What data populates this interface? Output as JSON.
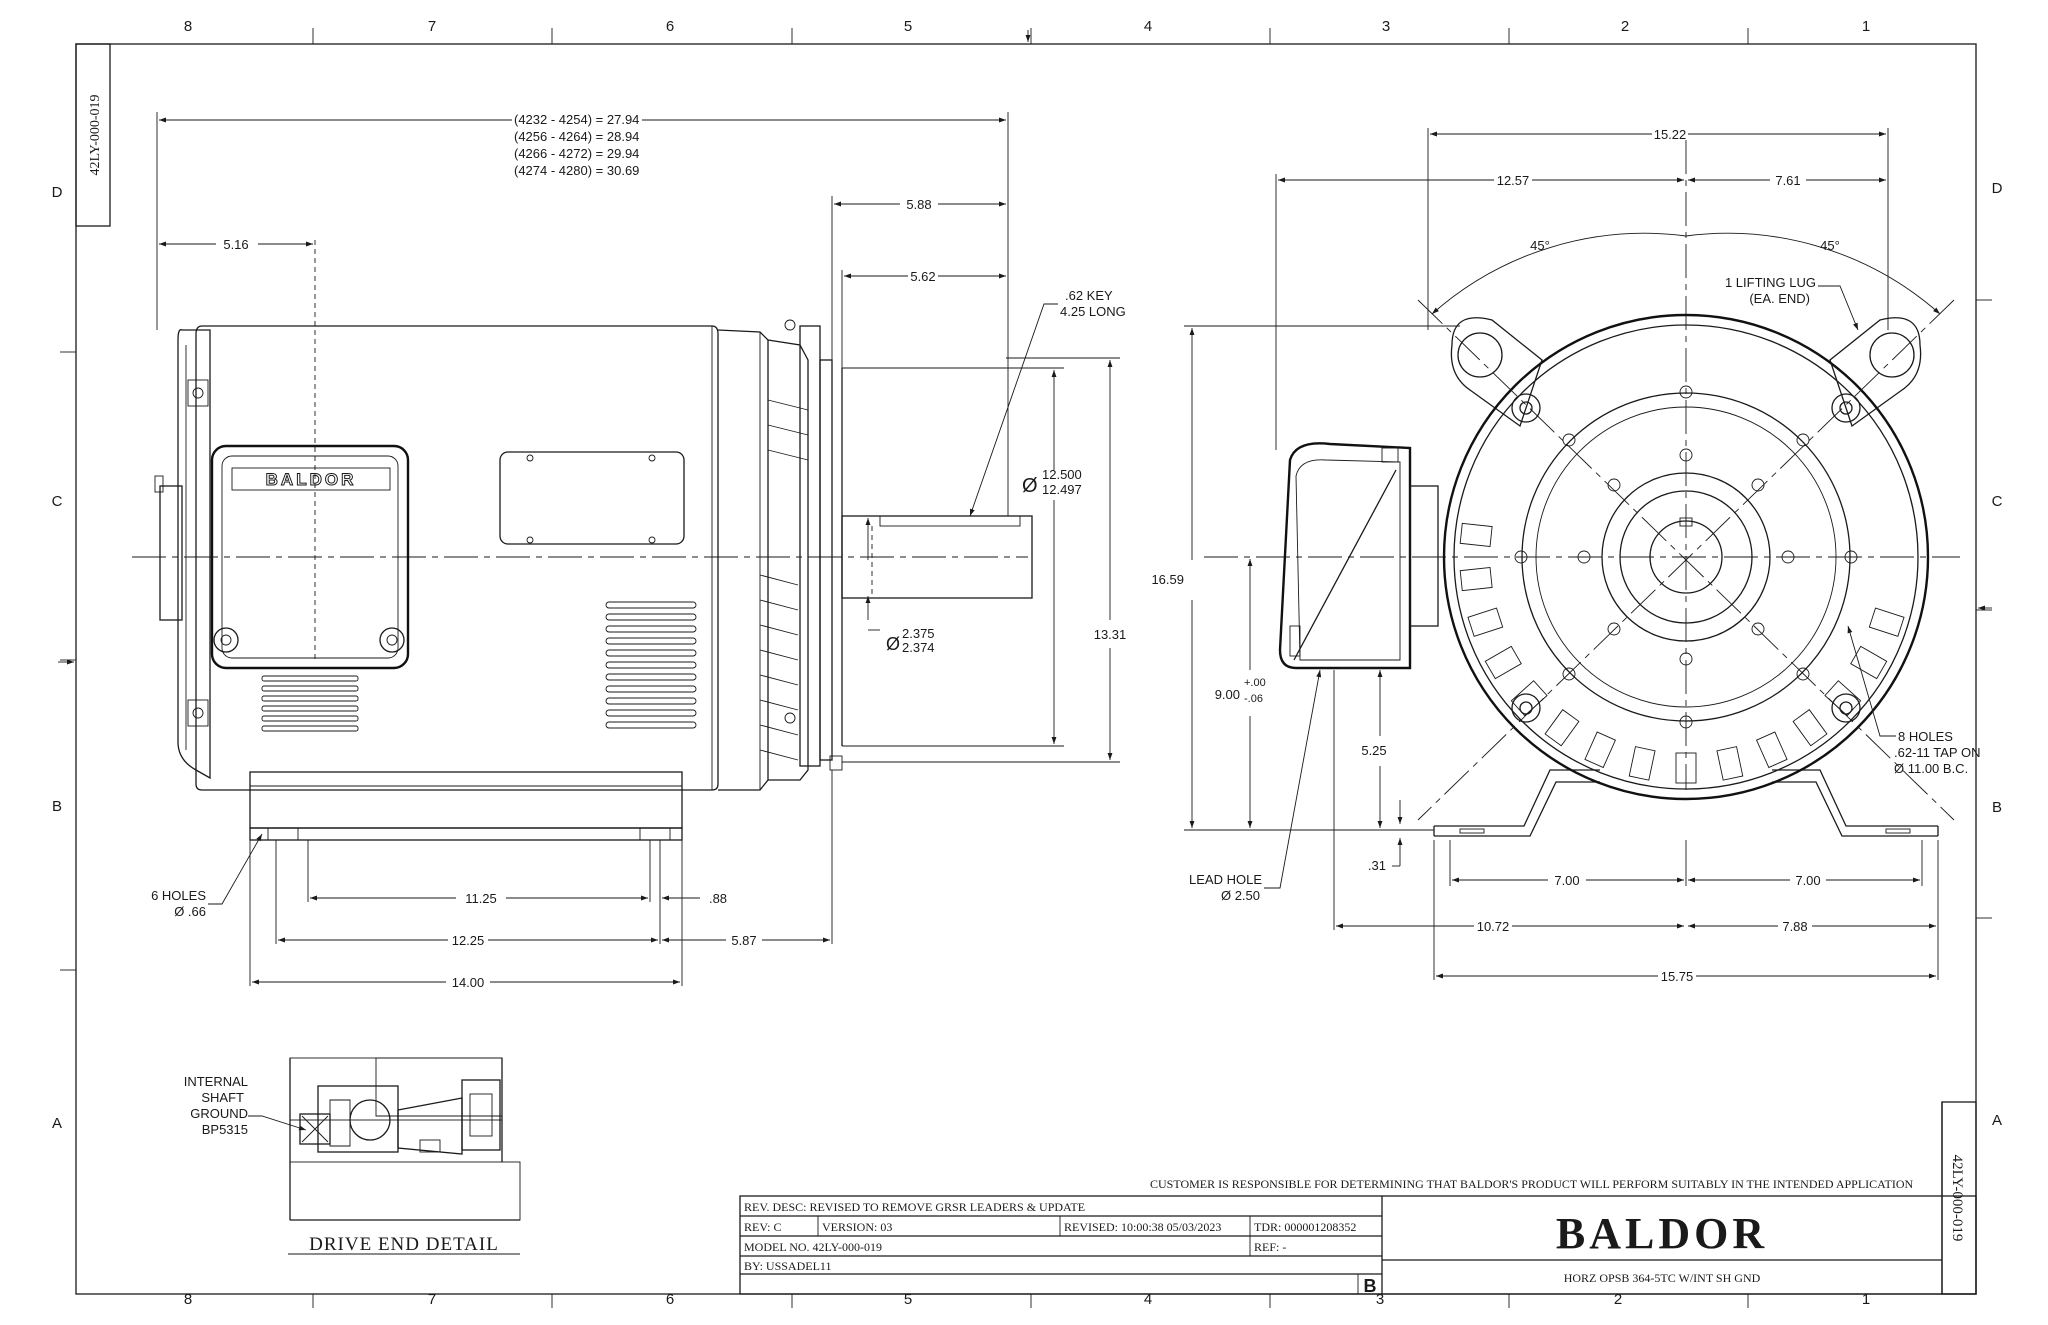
{
  "zones": {
    "top": [
      "8",
      "7",
      "6",
      "5",
      "4",
      "3",
      "2",
      "1"
    ],
    "bottom": [
      "8",
      "7",
      "6",
      "5",
      "4",
      "3",
      "2",
      "1"
    ],
    "left": [
      "D",
      "C",
      "B",
      "A"
    ],
    "right": [
      "D",
      "C",
      "B",
      "A"
    ]
  },
  "drawing_number": "42LY-000-019",
  "side_view": {
    "overall_lengths": [
      "(4232 - 4254) = 27.94",
      "(4256 - 4264) = 28.94",
      "(4266 - 4272) = 29.94",
      "(4274 - 4280) = 30.69"
    ],
    "dim_5_16": "5.16",
    "dim_5_88": "5.88",
    "dim_5_62": "5.62",
    "key_note_1": ".62 KEY",
    "key_note_2": "4.25 LONG",
    "pilot_dia_top": "12.500",
    "pilot_dia_bottom": "12.497",
    "shaft_dia_top": "2.375",
    "shaft_dia_bottom": "2.374",
    "dim_13_31": "13.31",
    "holes_note_1": "6 HOLES",
    "holes_note_2": "Ø .66",
    "dim_11_25": "11.25",
    "dim_88": ".88",
    "dim_12_25": "12.25",
    "dim_5_87": "5.87",
    "dim_14_00": "14.00",
    "nameplate_logo": "BALDOR"
  },
  "end_view": {
    "dim_15_22": "15.22",
    "dim_12_57": "12.57",
    "dim_7_61": "7.61",
    "angle_left": "45°",
    "angle_right": "45°",
    "lug_note_1": "1 LIFTING LUG",
    "lug_note_2": "(EA. END)",
    "dim_16_59": "16.59",
    "dim_9_00": "9.00",
    "tol_plus": "+.00",
    "tol_minus": "-.06",
    "dim_5_25": "5.25",
    "dim_31": ".31",
    "lead_note_1": "LEAD HOLE",
    "lead_note_2": "Ø 2.50",
    "dim_7_00_left": "7.00",
    "dim_7_00_right": "7.00",
    "dim_10_72": "10.72",
    "dim_7_88": "7.88",
    "dim_15_75": "15.75",
    "tap_note_1": "8 HOLES",
    "tap_note_2": ".62-11 TAP ON",
    "tap_note_3": "Ø 11.00 B.C."
  },
  "detail": {
    "note_1": "INTERNAL",
    "note_2": "SHAFT",
    "note_3": "GROUND",
    "note_4": "BP5315",
    "title": "DRIVE  END  DETAIL"
  },
  "title_block": {
    "disclaimer": "CUSTOMER IS RESPONSIBLE FOR DETERMINING THAT BALDOR'S PRODUCT WILL PERFORM SUITABLY IN THE INTENDED APPLICATION",
    "rev_desc": "REV. DESC: REVISED TO REMOVE GRSR LEADERS & UPDATE",
    "rev": "REV:  C",
    "version": "VERSION:  03",
    "revised": "REVISED:  10:00:38 05/03/2023",
    "tdr": "TDR:  000001208352",
    "model": "MODEL NO.  42LY-000-019",
    "ref": "REF:  -",
    "by": "BY: USSADEL11",
    "size": "B",
    "logo": "BALDOR",
    "description": "HORZ OPSB 364-5TC W/INT SH GND"
  }
}
